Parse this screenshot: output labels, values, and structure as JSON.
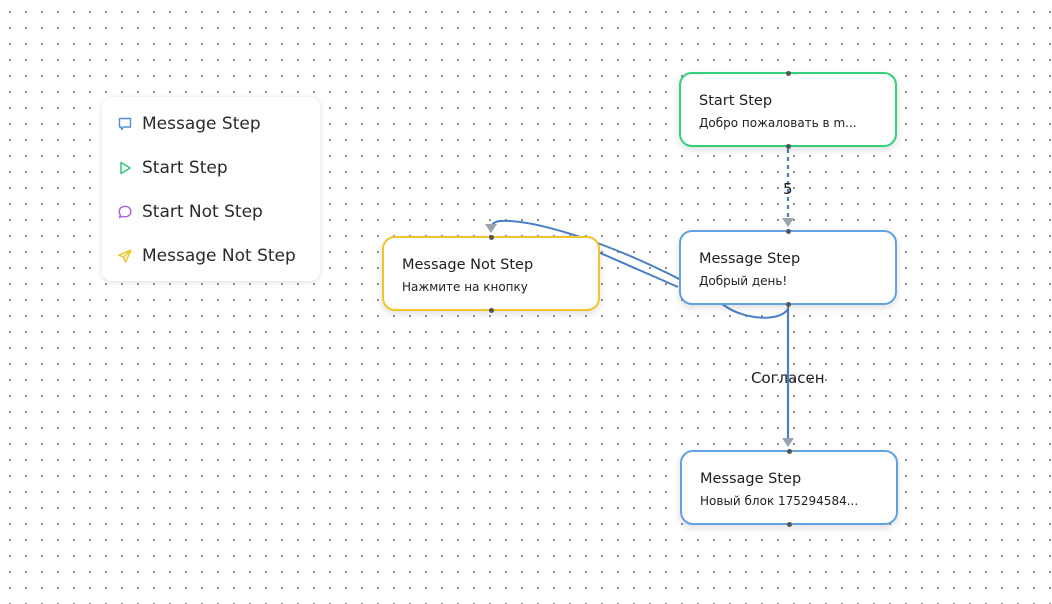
{
  "palette": {
    "items": [
      {
        "label": "Message Step",
        "icon": "chat-bubble-square-icon",
        "color": "#4a90d9"
      },
      {
        "label": "Start Step",
        "icon": "play-triangle-icon",
        "color": "#2ecc71"
      },
      {
        "label": "Start Not Step",
        "icon": "chat-bubble-round-icon",
        "color": "#b05ee0"
      },
      {
        "label": "Message Not Step",
        "icon": "paper-plane-icon",
        "color": "#f0c52a"
      }
    ]
  },
  "nodes": {
    "start": {
      "title": "Start Step",
      "text": "Добро пожаловать в m..."
    },
    "message_main": {
      "title": "Message Step",
      "text": "Добрый день!"
    },
    "message_not": {
      "title": "Message Not Step",
      "text": "Нажмите на кнопку"
    },
    "message_new": {
      "title": "Message Step",
      "text": "Новый блок 175294584..."
    }
  },
  "edges": {
    "start_to_message": {
      "label": "5",
      "style": "dashed"
    },
    "message_to_new": {
      "label": "Согласен",
      "style": "solid"
    }
  },
  "colors": {
    "edge": "#4a7fc7",
    "arrow": "#9aa3ad",
    "message_border": "#62a1e3",
    "start_border": "#33d17a",
    "not_step_border": "#f0c52a"
  }
}
